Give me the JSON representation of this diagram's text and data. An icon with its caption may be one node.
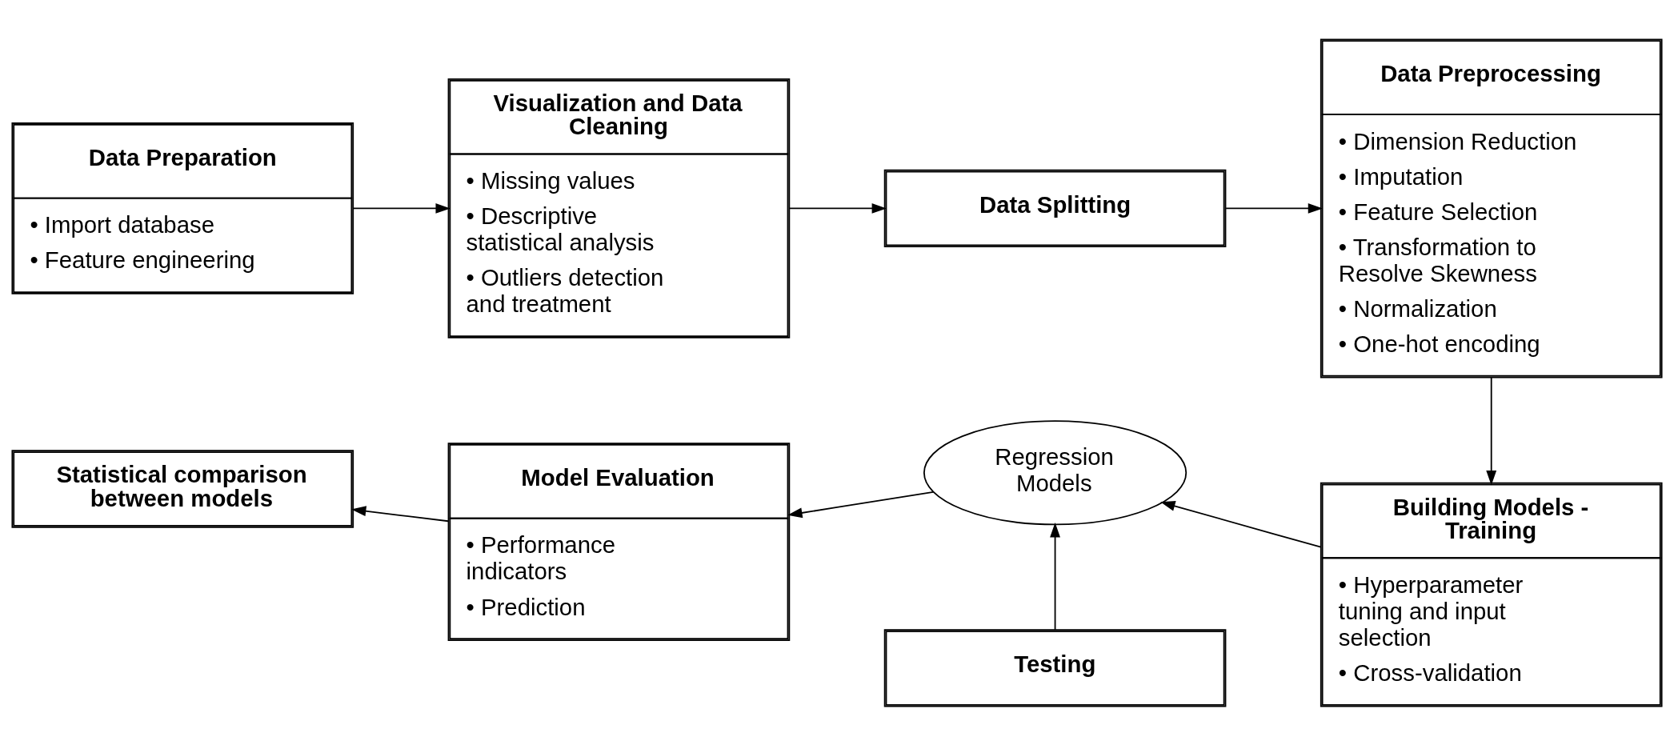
{
  "diagram": {
    "nodes": [
      {
        "text": [
          "Data Preparation",
          "• Import database",
          "• Feature engineering"
        ]
      },
      {
        "text": [
          "Visualization and Data Cleaning",
          "• Missing values",
          "• Descriptive statistical analysis",
          "• Outliers detection and treatment"
        ]
      },
      {
        "text": [
          "Data Splitting"
        ]
      },
      {
        "text": [
          "Data Preprocessing",
          "• Dimension Reduction",
          "• Imputation",
          "• Feature Selection",
          "• Transformation to Resolve Skewness",
          "• Normalization",
          "• One-hot encoding"
        ]
      },
      {
        "text": [
          "Statistical comparison between models"
        ]
      },
      {
        "text": [
          "Model Evaluation",
          "• Performance indicators",
          "• Prediction"
        ]
      },
      {
        "text": [
          "Regression Models"
        ]
      },
      {
        "text": [
          "Building Models - Training",
          "• Hyperparameter tuning and input selection",
          "• Cross-validation"
        ]
      },
      {
        "text": [
          "Testing"
        ]
      }
    ],
    "edges": [
      {
        "from": 0,
        "to": 1,
        "arrow": "to"
      },
      {
        "from": 1,
        "to": 2,
        "arrow": "to"
      },
      {
        "from": 2,
        "to": 3,
        "arrow": "to"
      },
      {
        "from": 3,
        "to": 7,
        "arrow": "to"
      },
      {
        "from": 7,
        "to": 6,
        "arrow": "to"
      },
      {
        "from": 6,
        "to": 5,
        "arrow": "to"
      },
      {
        "from": 5,
        "to": 4,
        "arrow": "to"
      },
      {
        "from": 8,
        "to": 6,
        "arrow": "to"
      }
    ]
  }
}
